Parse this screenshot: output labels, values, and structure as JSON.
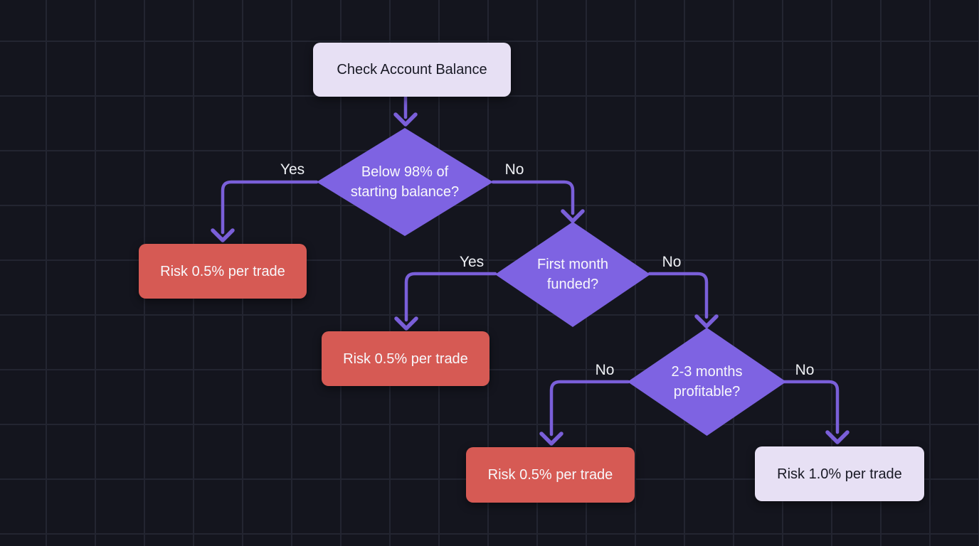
{
  "colors": {
    "background": "#14151e",
    "grid_line": "#232531",
    "decision_fill": "#7e63e2",
    "connector": "#7a5fd9",
    "outcome_red": "#d65a54",
    "outcome_light": "#e7e0f4",
    "text_on_dark_shapes": "#f8f8fb",
    "text_on_light_shapes": "#181924",
    "edge_label_text": "#eef0f4"
  },
  "nodes": {
    "check_balance": {
      "label": "Check Account Balance",
      "type": "start"
    },
    "below_98": {
      "label": "Below 98% of starting balance?",
      "type": "decision"
    },
    "risk_half_a": {
      "label": "Risk 0.5% per trade",
      "type": "outcome"
    },
    "first_month": {
      "label": "First month funded?",
      "type": "decision"
    },
    "risk_half_b": {
      "label": "Risk 0.5% per trade",
      "type": "outcome"
    },
    "months_profitable": {
      "label": "2-3 months profitable?",
      "type": "decision"
    },
    "risk_half_c": {
      "label": "Risk 0.5% per trade",
      "type": "outcome"
    },
    "risk_full": {
      "label": "Risk 1.0% per trade",
      "type": "outcome"
    }
  },
  "edges": [
    {
      "from": "check_balance",
      "to": "below_98",
      "label": ""
    },
    {
      "from": "below_98",
      "to": "risk_half_a",
      "label": "Yes"
    },
    {
      "from": "below_98",
      "to": "first_month",
      "label": "No"
    },
    {
      "from": "first_month",
      "to": "risk_half_b",
      "label": "Yes"
    },
    {
      "from": "first_month",
      "to": "months_profitable",
      "label": "No"
    },
    {
      "from": "months_profitable",
      "to": "risk_half_c",
      "label": "No"
    },
    {
      "from": "months_profitable",
      "to": "risk_full",
      "label": "No"
    }
  ]
}
